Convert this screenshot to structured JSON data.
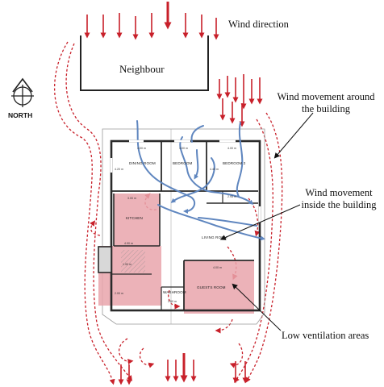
{
  "labels": {
    "wind_direction": "Wind direction",
    "wind_around": "Wind movement around the building",
    "wind_inside": "Wind movement inside the building",
    "low_ventilation": "Low ventilation  areas",
    "neighbour": "Neighbour",
    "north": "NORTH"
  },
  "rooms": {
    "dining": "DINING ROOM",
    "bedroom": "BEDROOM",
    "bedroom2": "BEDROOM 2",
    "kitchen": "KITCHEN",
    "living": "LIVING ROOM",
    "guests": "GUESTS ROOM",
    "washroom": "WASHROOM"
  },
  "dimensions": {
    "d1": "4.00 m",
    "d2": "3.00 m",
    "d3": "4.00 m",
    "d4": "3.00 m",
    "d5": "2.95 m",
    "d6": "4.00 m",
    "d7": "4.20 m",
    "d8": "4.40 m",
    "d9": "1.90 m",
    "d10": "4.90 m",
    "d11": "2.00 m",
    "d12": "2.00 m"
  },
  "colors": {
    "wind_arrow": "#c8202a",
    "interior_flow": "#5f86bf",
    "low_ventilation_fill": "#e9a5ac",
    "wall": "#2a2a2a"
  }
}
